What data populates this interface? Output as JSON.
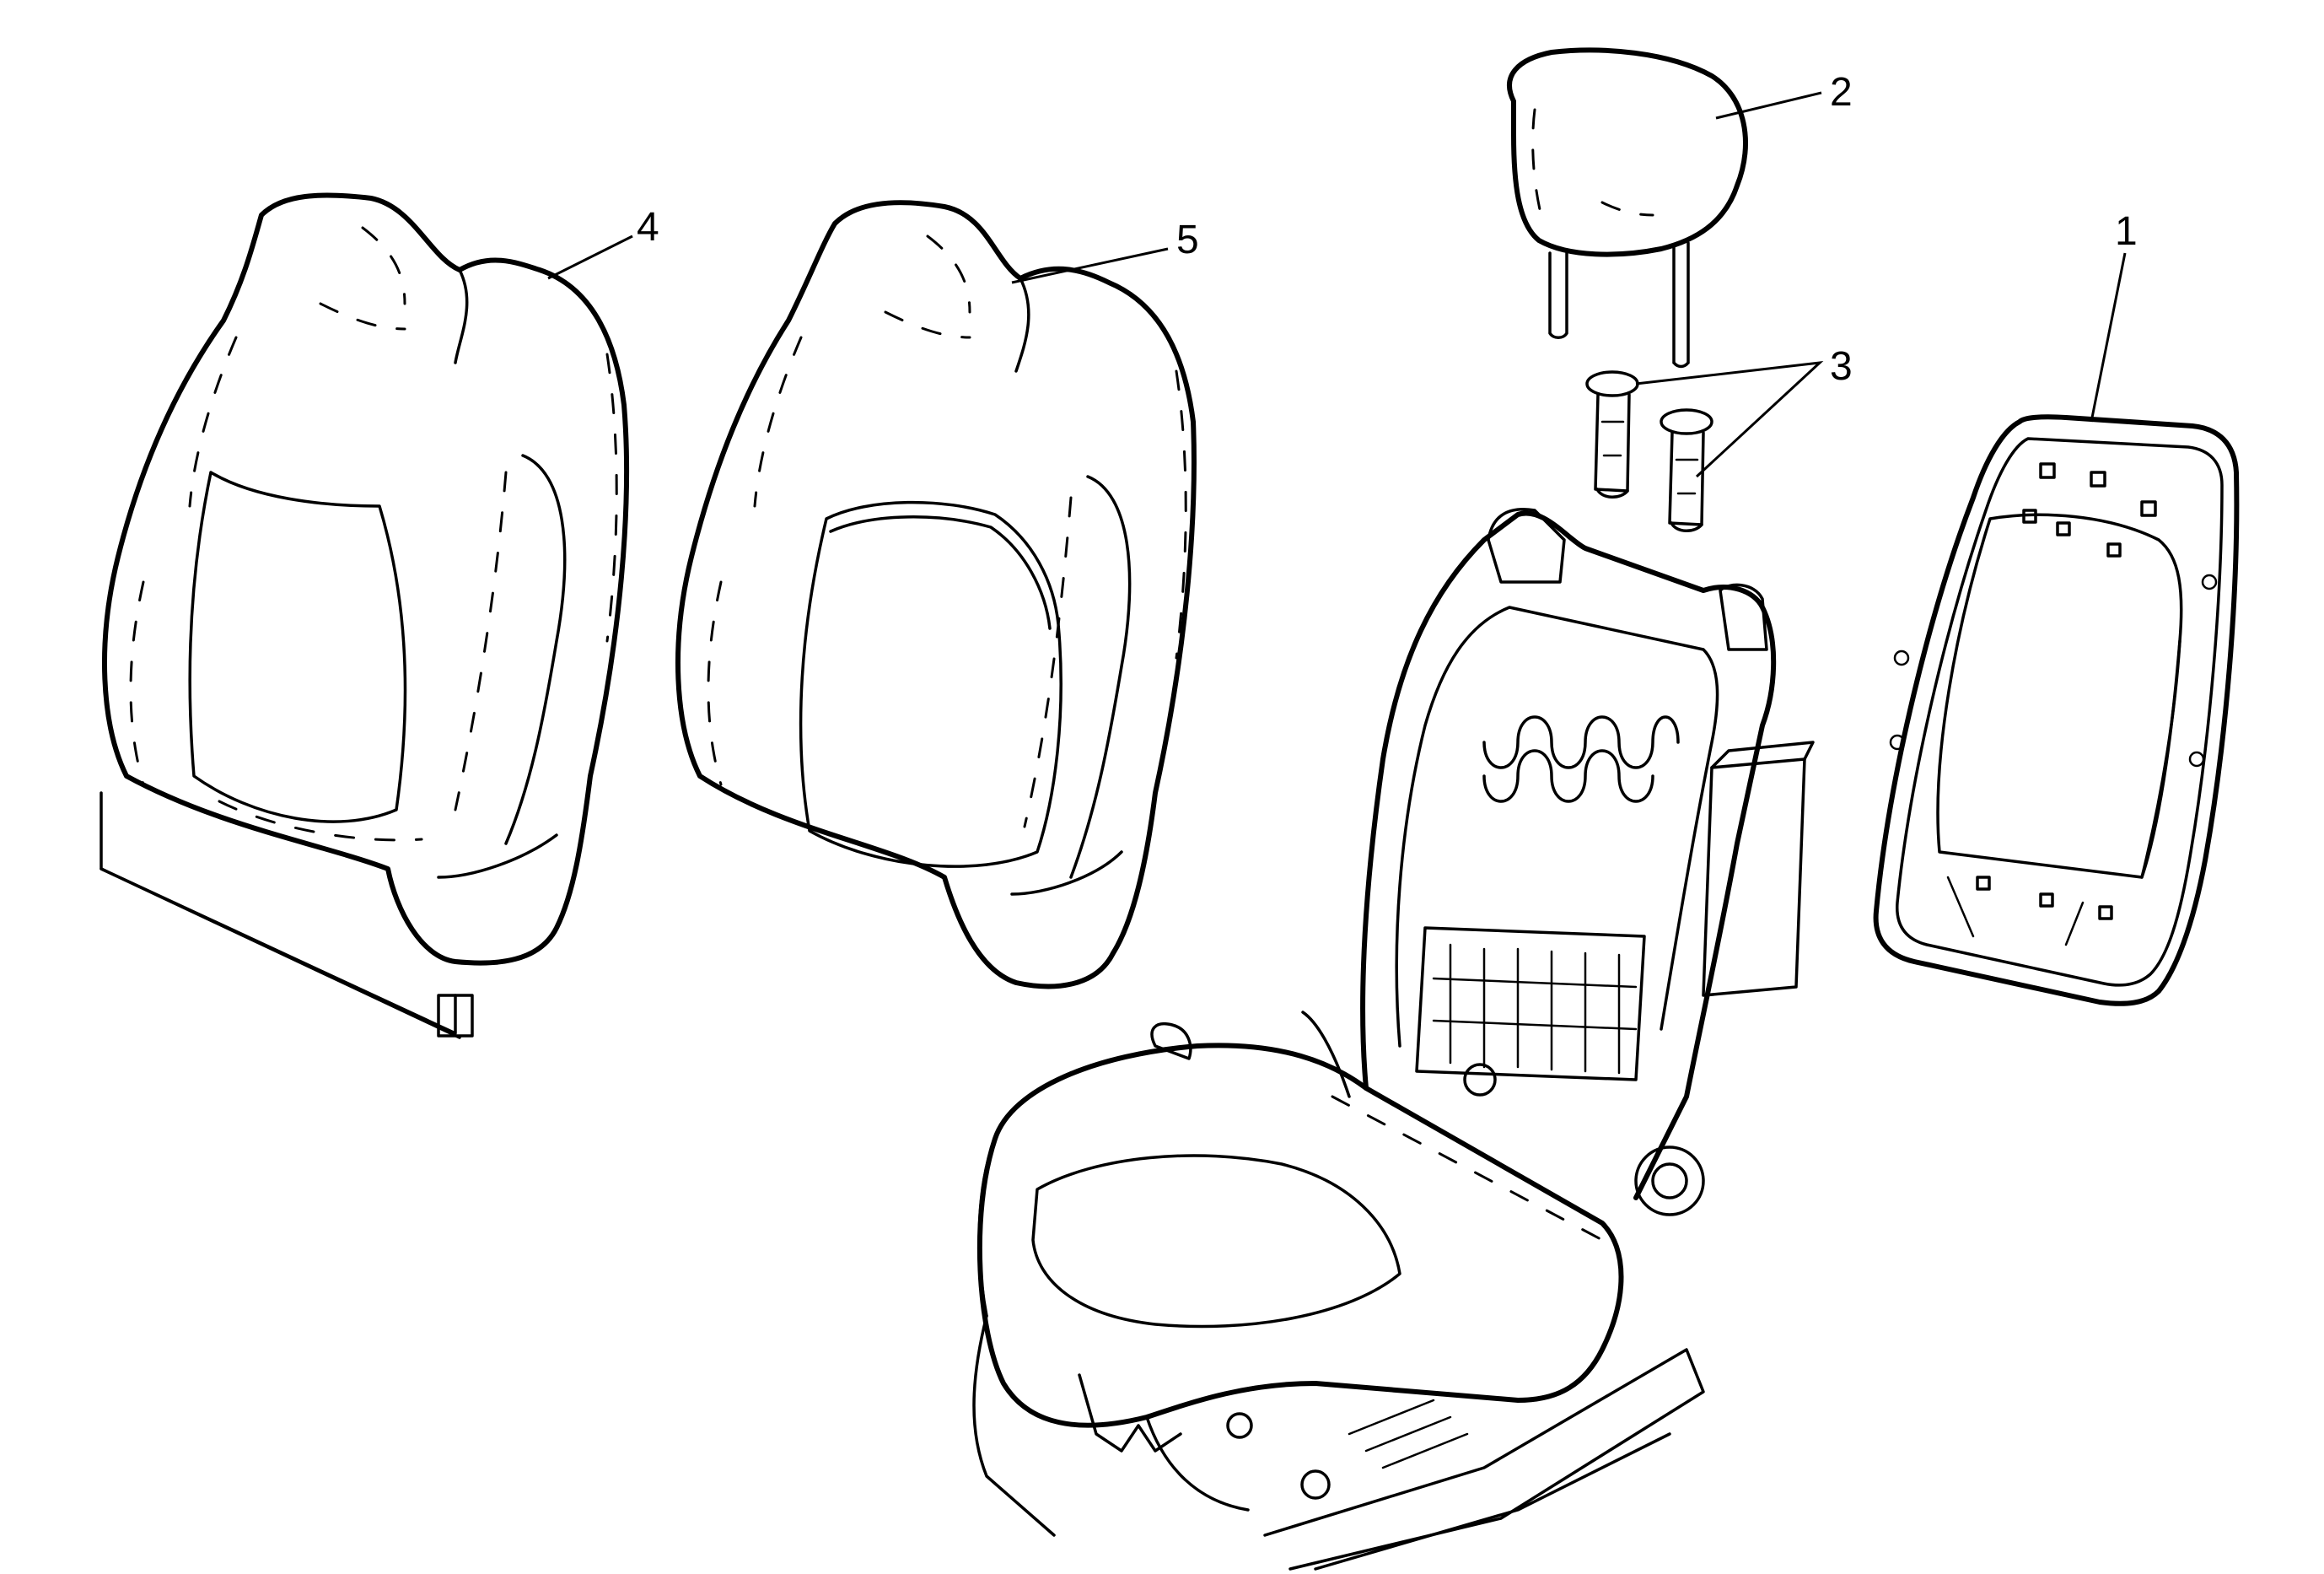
{
  "diagram": {
    "callouts": [
      {
        "id": "1",
        "label": "1"
      },
      {
        "id": "2",
        "label": "2"
      },
      {
        "id": "3",
        "label": "3"
      },
      {
        "id": "4",
        "label": "4"
      },
      {
        "id": "5",
        "label": "5"
      }
    ],
    "line_color": "#000000",
    "background_color": "#ffffff"
  }
}
